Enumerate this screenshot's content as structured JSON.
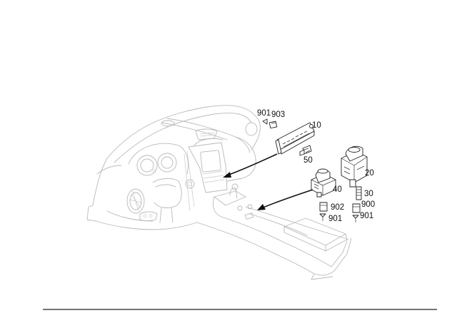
{
  "callouts": {
    "c901a": "901",
    "c903": "903",
    "c10": "10",
    "c50": "50",
    "c20": "20",
    "c40": "40",
    "c30": "30",
    "c902": "902",
    "c900": "900",
    "c901b": "901",
    "c901c": "901"
  },
  "colors": {
    "line_art": "#222222",
    "ghost_art": "#b9b9b9",
    "background": "#ffffff"
  }
}
